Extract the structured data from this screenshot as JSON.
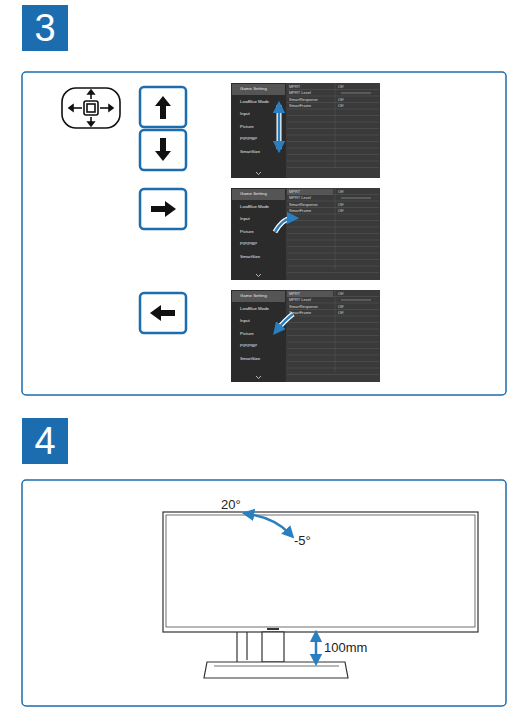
{
  "diagram": {
    "nodes": [
      {
        "text": [
          "3"
        ]
      },
      {
        "text": [
          "4"
        ]
      }
    ],
    "labels": [
      "Game Setting",
      "LowBlue Mode",
      "Input",
      "Picture",
      "PIP/PBP",
      "SmartSize",
      "MPRT",
      "MPRT Level",
      "SmartResponse",
      "SmartFrame",
      "Off",
      "Off",
      "Off",
      "Game Setting",
      "LowBlue Mode",
      "Input",
      "Picture",
      "PIP/PBP",
      "SmartSize",
      "MPRT",
      "MPRT Level",
      "SmartResponse",
      "SmartFrame",
      "Off",
      "Off",
      "Off",
      "Game Setting",
      "LowBlue Mode",
      "Input",
      "Picture",
      "PIP/PBP",
      "SmartSize",
      "MPRT",
      "MPRT Level",
      "SmartResponse",
      "SmartFrame",
      "Off",
      "Off",
      "Off",
      "20°",
      "-5°",
      "100mm"
    ]
  }
}
